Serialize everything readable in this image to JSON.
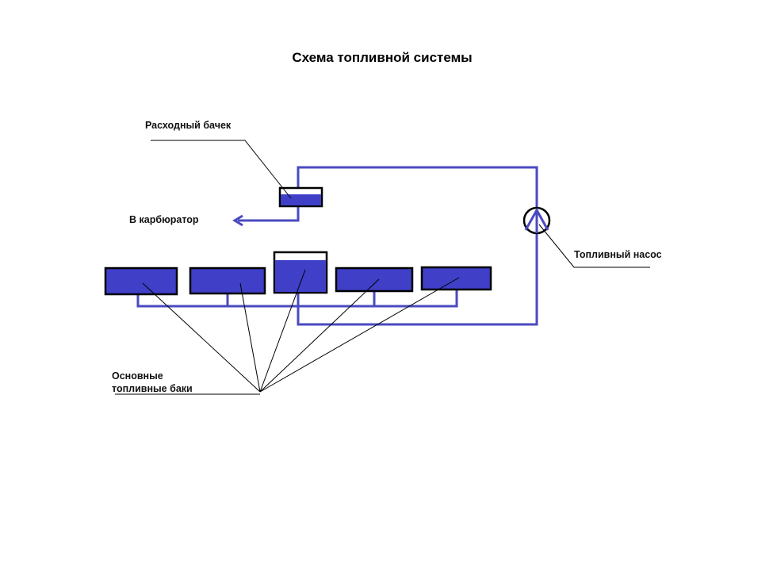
{
  "title": "Схема топливной системы",
  "labels": {
    "service_tank": "Расходный бачек",
    "to_carburetor": "В карбюратор",
    "fuel_pump": "Топливный насос",
    "main_tanks_line1": "Основные",
    "main_tanks_line2": "топливные баки"
  },
  "colors": {
    "fuel": "#3f3fc8",
    "pipe": "#4a4ac0",
    "outline": "#000000",
    "background": "#ffffff"
  }
}
